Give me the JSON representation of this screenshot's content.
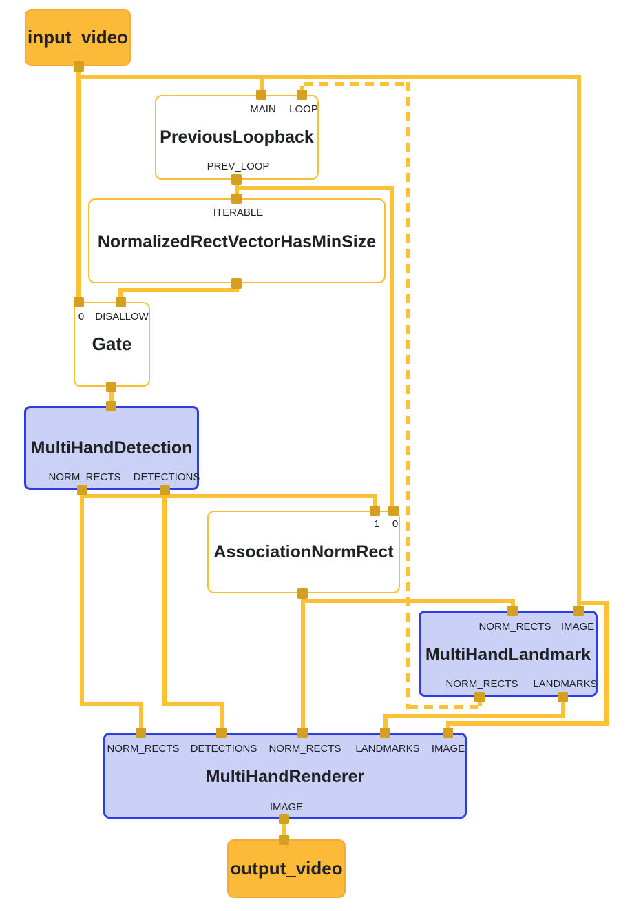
{
  "colors": {
    "edge": "#FCC235",
    "port": "#D4A022",
    "yellow-border": "#F9BF33",
    "calc-fill": "#ffffff",
    "sub-fill": "#CBD0F7",
    "sub-border": "#2B3CE8",
    "stream-fill": "#FCBA38",
    "stream-border": "#F3A93E",
    "text": "#202124"
  },
  "nodes": {
    "input_video": {
      "label": "input_video",
      "type": "stream"
    },
    "previous_loopback": {
      "title": "PreviousLoopback",
      "inputs": [
        "MAIN",
        "LOOP"
      ],
      "outputs": [
        "PREV_LOOP"
      ],
      "type": "calculator"
    },
    "normalized_rect_vector_has_min_size": {
      "title": "NormalizedRectVectorHasMinSize",
      "inputs": [
        "ITERABLE"
      ],
      "type": "calculator"
    },
    "gate": {
      "title": "Gate",
      "inputs": [
        "0",
        "DISALLOW"
      ],
      "type": "calculator"
    },
    "multi_hand_detection": {
      "title": "MultiHandDetection",
      "outputs": [
        "NORM_RECTS",
        "DETECTIONS"
      ],
      "type": "subgraph"
    },
    "association_norm_rect": {
      "title": "AssociationNormRect",
      "inputs": [
        "1",
        "0"
      ],
      "type": "calculator"
    },
    "multi_hand_landmark": {
      "title": "MultiHandLandmark",
      "inputs": [
        "NORM_RECTS",
        "IMAGE"
      ],
      "outputs": [
        "NORM_RECTS",
        "LANDMARKS"
      ],
      "type": "subgraph"
    },
    "multi_hand_renderer": {
      "title": "MultiHandRenderer",
      "inputs": [
        "NORM_RECTS",
        "DETECTIONS",
        "NORM_RECTS",
        "LANDMARKS",
        "IMAGE"
      ],
      "outputs": [
        "IMAGE"
      ],
      "type": "subgraph"
    },
    "output_video": {
      "label": "output_video",
      "type": "stream"
    }
  },
  "edges": [
    {
      "from": "input_video",
      "to": "previous_loopback.MAIN",
      "style": "solid"
    },
    {
      "from": "input_video",
      "to": "gate.0",
      "style": "solid"
    },
    {
      "from": "input_video",
      "to": "multi_hand_landmark.IMAGE",
      "style": "solid"
    },
    {
      "from": "input_video",
      "to": "multi_hand_renderer.IMAGE",
      "style": "solid"
    },
    {
      "from": "previous_loopback.PREV_LOOP",
      "to": "normalized_rect_vector_has_min_size.ITERABLE",
      "style": "solid"
    },
    {
      "from": "previous_loopback.PREV_LOOP",
      "to": "association_norm_rect.0",
      "style": "solid"
    },
    {
      "from": "normalized_rect_vector_has_min_size",
      "to": "gate.DISALLOW",
      "style": "solid"
    },
    {
      "from": "gate",
      "to": "multi_hand_detection",
      "style": "solid"
    },
    {
      "from": "multi_hand_detection.NORM_RECTS",
      "to": "association_norm_rect.1",
      "style": "solid"
    },
    {
      "from": "multi_hand_detection.NORM_RECTS",
      "to": "multi_hand_renderer.NORM_RECTS",
      "style": "solid"
    },
    {
      "from": "multi_hand_detection.DETECTIONS",
      "to": "multi_hand_renderer.DETECTIONS",
      "style": "solid"
    },
    {
      "from": "association_norm_rect",
      "to": "multi_hand_landmark.NORM_RECTS",
      "style": "solid"
    },
    {
      "from": "association_norm_rect",
      "to": "multi_hand_renderer.NORM_RECTS",
      "style": "solid"
    },
    {
      "from": "multi_hand_landmark.NORM_RECTS",
      "to": "previous_loopback.LOOP",
      "style": "dashed"
    },
    {
      "from": "multi_hand_landmark.LANDMARKS",
      "to": "multi_hand_renderer.LANDMARKS",
      "style": "solid"
    },
    {
      "from": "multi_hand_renderer.IMAGE",
      "to": "output_video",
      "style": "solid"
    }
  ]
}
